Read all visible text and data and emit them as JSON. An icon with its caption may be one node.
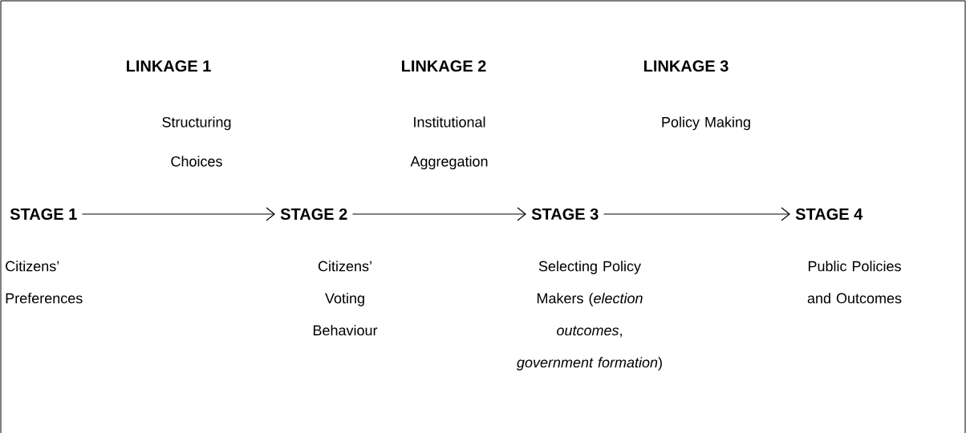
{
  "diagram": {
    "nodes": [
      {
        "text": [
          "STAGE 1"
        ],
        "beside": [
          "Citizens’ Preferences"
        ]
      },
      {
        "text": [
          "STAGE 2"
        ],
        "beside": [
          "Citizens’ Voting Behaviour"
        ]
      },
      {
        "text": [
          "STAGE 3"
        ],
        "beside": [
          "Selecting Policy Makers (*election outcomes*, *government formation*)"
        ]
      },
      {
        "text": [
          "STAGE 4"
        ],
        "beside": [
          "Public Policies and Outcomes"
        ]
      }
    ],
    "edges": [
      {
        "from": 0,
        "to": 1,
        "arrow": "to"
      },
      {
        "from": 1,
        "to": 2,
        "arrow": "to"
      },
      {
        "from": 2,
        "to": 3,
        "arrow": "to"
      }
    ],
    "labels": [
      "LINKAGE 1",
      "Structuring Choices",
      "LINKAGE 2",
      "Institutional Aggregation",
      "LINKAGE 3",
      "Policy Making"
    ]
  }
}
